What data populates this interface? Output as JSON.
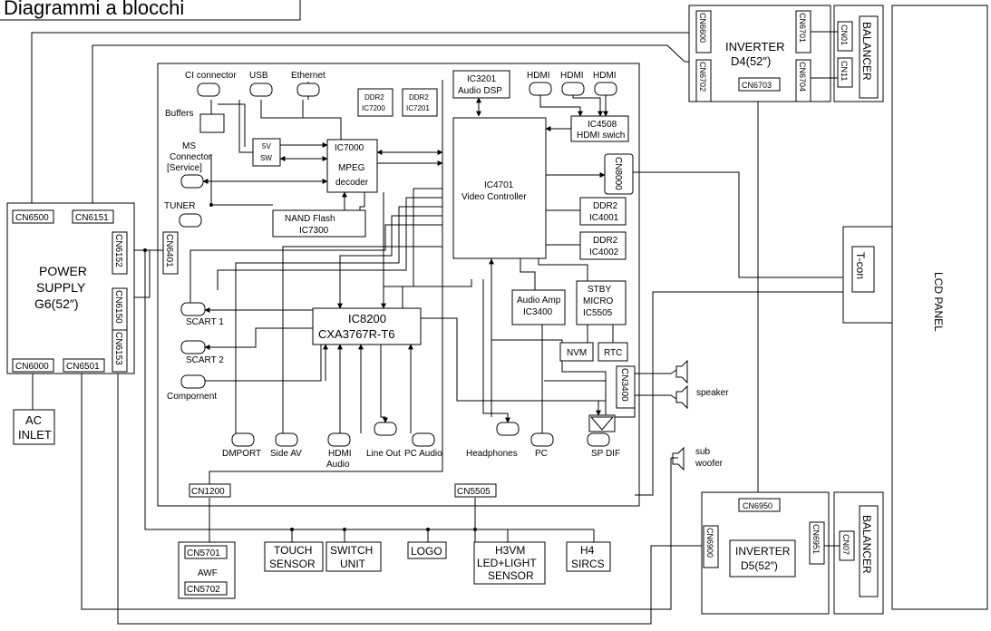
{
  "title": "Diagrammi a blocchi",
  "labels": {
    "cn6500": "CN6500",
    "cn6151": "CN6151",
    "cn6152": "CN6152",
    "cn6401": "CN6401",
    "ps1": "POWER",
    "ps2": "SUPPLY",
    "ps3": "G6(52″)",
    "cn6150": "CN6150",
    "cn6153": "CN6153",
    "cn6000": "CN6000",
    "cn6501": "CN6501",
    "ac1": "AC",
    "ac2": "INLET",
    "ci": "CI connector",
    "usb": "USB",
    "ethernet": "Ethernet",
    "buffers": "Buffers",
    "ms1": "MS",
    "ms2": "Connector",
    "ms3": "[Service]",
    "sw1": "5V",
    "sw2": "SW",
    "tuner": "TUNER",
    "ddr7200a": "DDR2",
    "ddr7200b": "IC7200",
    "ddr7201a": "DDR2",
    "ddr7201b": "IC7201",
    "ic7000a": "IC7000",
    "ic7000b": "MPEG",
    "ic7000c": "decoder",
    "nand1": "NAND Flash",
    "nand2": "IC7300",
    "dsp1": "IC3201",
    "dsp2": "Audio DSP",
    "hdmi1": "HDMI",
    "hdmi2": "HDMI",
    "hdmi3": "HDMI",
    "ic4508a": "IC4508",
    "ic4508b": "HDMI swich",
    "ic4701a": "IC4701",
    "ic4701b": "Video Controller",
    "cn8000": "CN8000",
    "ddr4001a": "DDR2",
    "ddr4001b": "IC4001",
    "ddr4002a": "DDR2",
    "ddr4002b": "IC4002",
    "amp1": "Audio Amp",
    "amp2": "IC3400",
    "stby1": "STBY",
    "stby2": "MICRO",
    "stby3": "IC5505",
    "nvm": "NVM",
    "rtc": "RTC",
    "ic8200a": "IC8200",
    "ic8200b": "CXA3767R-T6",
    "scart1": "SCART 1",
    "scart2": "SCART 2",
    "component": "Compornent",
    "dmport": "DMPORT",
    "sideav": "Side AV",
    "hdmiaudio1": "HDMI",
    "hdmiaudio2": "Audio",
    "lineout": "Line Out",
    "pcaudio": "PC Audio",
    "headphones": "Headphones",
    "pc": "PC",
    "spdif": "SP DIF",
    "cn3400": "CN3400",
    "speaker": "speaker",
    "sub1": "sub",
    "sub2": "woofer",
    "cn1200": "CN1200",
    "cn5505": "CN5505",
    "cn6600": "CN6600",
    "cn6702": "CN6702",
    "cn6701": "CN6701",
    "cn6704": "CN6704",
    "cn6703": "CN6703",
    "invd4a": "INVERTER",
    "invd4b": "D4(52″)",
    "cn01": "CN01",
    "cn11": "CN11",
    "balancer1": "BALANCER",
    "lcd": "LCD PANEL",
    "tcon": "T-con",
    "cn6950": "CN6950",
    "cn6900": "CN6900",
    "cn6951": "CN6951",
    "invd5a": "INVERTER",
    "invd5b": "D5(52″)",
    "cn07": "CN07",
    "balancer2": "BALANCER",
    "cn5701": "CN5701",
    "awf": "AWF",
    "cn5702": "CN5702",
    "touch1": "TOUCH",
    "touch2": "SENSOR",
    "switch1": "SWITCH",
    "switch2": "UNIT",
    "logo": "LOGO",
    "h3vm1": "H3VM",
    "h3vm2": "LED+LIGHT",
    "h3vm3": "SENSOR",
    "h4a": "H4",
    "h4b": "SIRCS"
  }
}
